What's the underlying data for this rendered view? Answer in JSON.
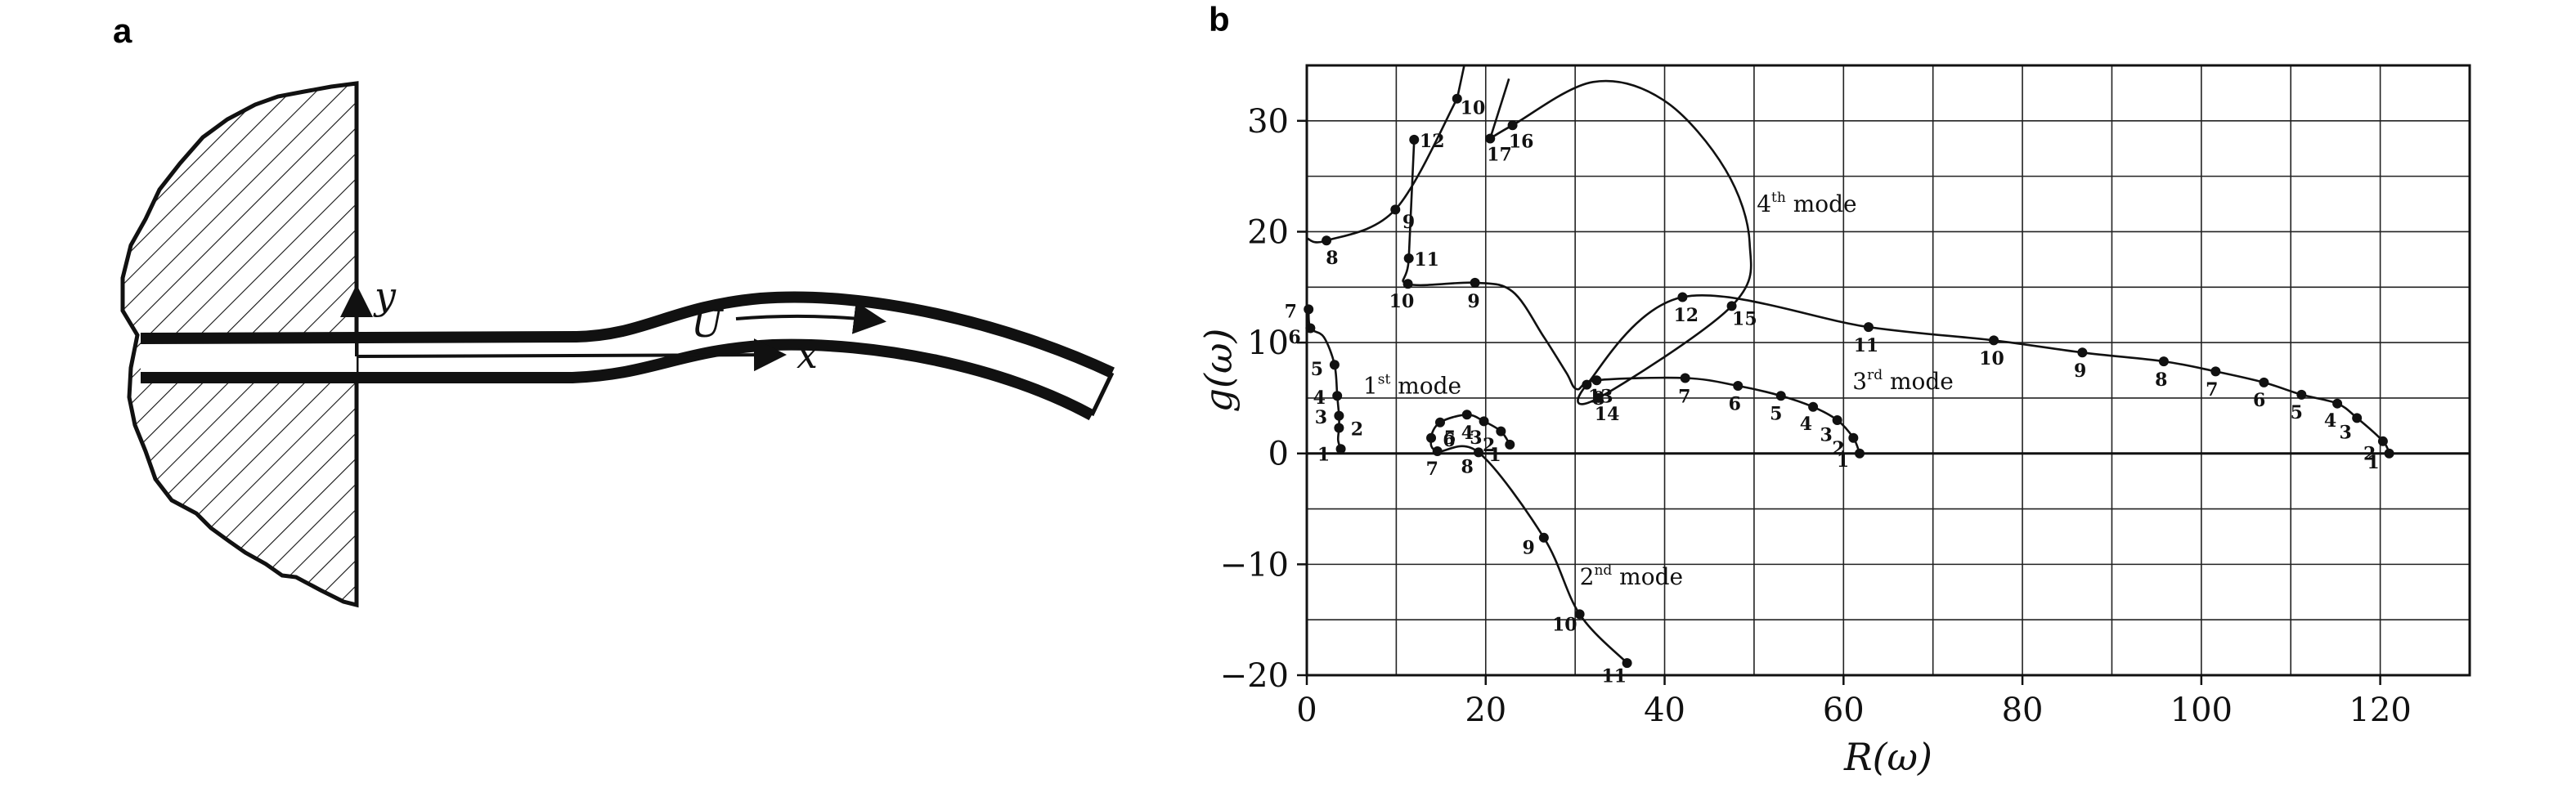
{
  "panel_a": {
    "letter": "a",
    "labels": {
      "y": "y",
      "x": "x",
      "u": "U"
    }
  },
  "chart_data": {
    "panel_letter": "b",
    "type": "line",
    "title": "",
    "xlabel": "R(ω)",
    "ylabel": "g(ω)",
    "xlim": [
      0,
      130
    ],
    "ylim": [
      -20,
      35
    ],
    "xticks": [
      0,
      20,
      40,
      60,
      80,
      100,
      120
    ],
    "yticks": [
      -20,
      -10,
      0,
      10,
      20,
      30
    ],
    "xgrid_step": 10,
    "ygrid_step": 5,
    "grid": true,
    "mode_labels": [
      {
        "base": "1",
        "sup": "st",
        "text": " mode",
        "x": 6.3,
        "y": 5.4
      },
      {
        "base": "2",
        "sup": "nd",
        "text": " mode",
        "x": 30.5,
        "y": -11.8
      },
      {
        "base": "3",
        "sup": "rd",
        "text": " mode",
        "x": 61.0,
        "y": 5.8
      },
      {
        "base": "4",
        "sup": "th",
        "text": " mode",
        "x": 50.3,
        "y": 21.8
      }
    ],
    "series": [
      {
        "points": [
          {
            "x": 3.8,
            "y": 0.4,
            "label": "1"
          },
          {
            "x": 3.5,
            "y": 1.2
          },
          {
            "x": 3.6,
            "y": 2.3,
            "label": "2"
          },
          {
            "x": 3.6,
            "y": 3.4,
            "label": "3"
          },
          {
            "x": 3.4,
            "y": 5.2,
            "label": "4"
          },
          {
            "x": 3.1,
            "y": 8.0,
            "label": "5"
          },
          {
            "x": 1.9,
            "y": 10.5
          },
          {
            "x": 0.4,
            "y": 11.3,
            "label": "6"
          },
          {
            "x": 0.2,
            "y": 13.0,
            "label": "7"
          }
        ]
      },
      {
        "points": [
          {
            "x": 22.7,
            "y": 0.8,
            "label": "1"
          },
          {
            "x": 21.7,
            "y": 2.0,
            "label": "2"
          },
          {
            "x": 19.8,
            "y": 2.9,
            "label": "3"
          },
          {
            "x": 17.9,
            "y": 3.5,
            "label": "4"
          },
          {
            "x": 14.9,
            "y": 2.8,
            "label": "5"
          },
          {
            "x": 13.9,
            "y": 1.4,
            "label": "6"
          },
          {
            "x": 14.6,
            "y": 0.2,
            "label": "7"
          },
          {
            "x": 19.2,
            "y": 0.1,
            "label": "8"
          },
          {
            "x": 26.5,
            "y": -7.6,
            "label": "9"
          },
          {
            "x": 30.5,
            "y": -14.5,
            "label": "10"
          },
          {
            "x": 35.8,
            "y": -18.9,
            "label": "11"
          }
        ]
      },
      {
        "points": [
          {
            "x": 61.8,
            "y": 0.0,
            "label": "1"
          },
          {
            "x": 61.1,
            "y": 1.4,
            "label": "2"
          },
          {
            "x": 59.3,
            "y": 3.0,
            "label": "3"
          },
          {
            "x": 56.6,
            "y": 4.2,
            "label": "4"
          },
          {
            "x": 53.0,
            "y": 5.2,
            "label": "5"
          },
          {
            "x": 48.2,
            "y": 6.1,
            "label": "6"
          },
          {
            "x": 42.3,
            "y": 6.8,
            "label": "7"
          },
          {
            "x": 32.4,
            "y": 6.6,
            "label": "8"
          },
          {
            "x": 30.2,
            "y": 5.8
          },
          {
            "x": 29.0,
            "y": 7.3
          },
          {
            "x": 26.5,
            "y": 10.5
          },
          {
            "x": 23.0,
            "y": 14.6
          },
          {
            "x": 18.8,
            "y": 15.4,
            "label": "9"
          },
          {
            "x": 11.3,
            "y": 15.3,
            "label": "10"
          },
          {
            "x": 11.4,
            "y": 17.6,
            "label": "11"
          },
          {
            "x": 12.0,
            "y": 28.3,
            "label": "12"
          }
        ]
      },
      {
        "points": [
          {
            "x": 121.0,
            "y": 0.0,
            "label": "1"
          },
          {
            "x": 120.3,
            "y": 1.1,
            "label": "2"
          },
          {
            "x": 117.4,
            "y": 3.2,
            "label": "3"
          },
          {
            "x": 115.2,
            "y": 4.5,
            "label": "4"
          },
          {
            "x": 111.2,
            "y": 5.3,
            "label": "5"
          },
          {
            "x": 107.0,
            "y": 6.4,
            "label": "6"
          },
          {
            "x": 101.6,
            "y": 7.4,
            "label": "7"
          },
          {
            "x": 95.8,
            "y": 8.3,
            "label": "8"
          },
          {
            "x": 86.7,
            "y": 9.1,
            "label": "9"
          },
          {
            "x": 76.8,
            "y": 10.2,
            "label": "10"
          },
          {
            "x": 62.8,
            "y": 11.4,
            "label": "11"
          },
          {
            "x": 42.0,
            "y": 14.1,
            "label": "12"
          },
          {
            "x": 31.3,
            "y": 6.2,
            "label": "13"
          },
          {
            "x": 32.6,
            "y": 5.0,
            "label": "14"
          },
          {
            "x": 47.5,
            "y": 13.3,
            "label": "15"
          },
          {
            "x": 49.5,
            "y": 19.0
          },
          {
            "x": 46.8,
            "y": 25.6
          },
          {
            "x": 40.0,
            "y": 31.8
          },
          {
            "x": 32.0,
            "y": 33.5
          },
          {
            "x": 23.0,
            "y": 29.6,
            "label": "16"
          },
          {
            "x": 20.5,
            "y": 28.4,
            "label": "17"
          }
        ]
      },
      {
        "points": [
          {
            "x": 0.0,
            "y": 19.4
          },
          {
            "x": 2.2,
            "y": 19.2,
            "label": "8"
          },
          {
            "x": 9.9,
            "y": 22.0,
            "label": "9"
          },
          {
            "x": 16.8,
            "y": 32.0,
            "label": "10"
          }
        ]
      },
      {
        "points": [
          {
            "x": 16.8,
            "y": 32.0
          },
          {
            "x": 17.6,
            "y": 35.0
          }
        ]
      },
      {
        "points": [
          {
            "x": 20.5,
            "y": 28.4
          },
          {
            "x": 22.6,
            "y": 33.8
          }
        ]
      }
    ]
  }
}
